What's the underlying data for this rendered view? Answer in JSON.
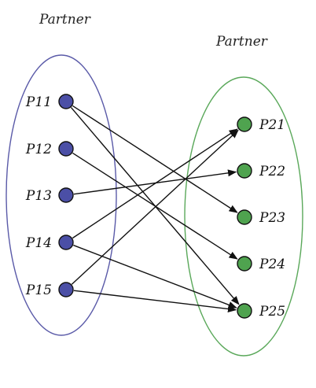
{
  "left_group": {
    "title": "Partner",
    "border_color": "#5a5aa8",
    "node_fill": "#4b4fa6",
    "nodes": [
      {
        "id": "P11",
        "label": "P11"
      },
      {
        "id": "P12",
        "label": "P12"
      },
      {
        "id": "P13",
        "label": "P13"
      },
      {
        "id": "P14",
        "label": "P14"
      },
      {
        "id": "P15",
        "label": "P15"
      }
    ]
  },
  "right_group": {
    "title": "Partner",
    "border_color": "#5aa85a",
    "node_fill": "#4fa34f",
    "nodes": [
      {
        "id": "P21",
        "label": "P21"
      },
      {
        "id": "P22",
        "label": "P22"
      },
      {
        "id": "P23",
        "label": "P23"
      },
      {
        "id": "P24",
        "label": "P24"
      },
      {
        "id": "P25",
        "label": "P25"
      }
    ]
  },
  "edges": [
    {
      "from": "P11",
      "to": "P23"
    },
    {
      "from": "P11",
      "to": "P25"
    },
    {
      "from": "P12",
      "to": "P24"
    },
    {
      "from": "P13",
      "to": "P22"
    },
    {
      "from": "P14",
      "to": "P21"
    },
    {
      "from": "P14",
      "to": "P25"
    },
    {
      "from": "P15",
      "to": "P21"
    },
    {
      "from": "P15",
      "to": "P25"
    }
  ]
}
